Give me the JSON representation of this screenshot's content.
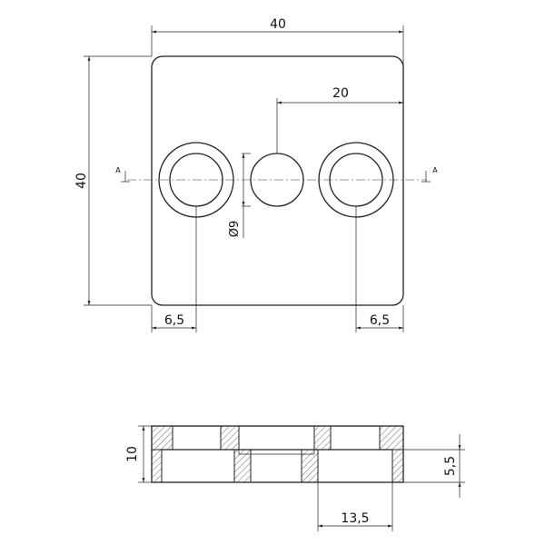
{
  "top_view": {
    "width_label": "40",
    "height_label": "40",
    "center_offset_label": "20",
    "left_edge_label": "6,5",
    "right_edge_label": "6,5",
    "hole_diameter_label": "Ø9",
    "section_mark_left": "A",
    "section_mark_right": "A"
  },
  "section_view": {
    "total_height_label": "10",
    "step_height_label": "5,5",
    "counterbore_label": "13,5"
  }
}
